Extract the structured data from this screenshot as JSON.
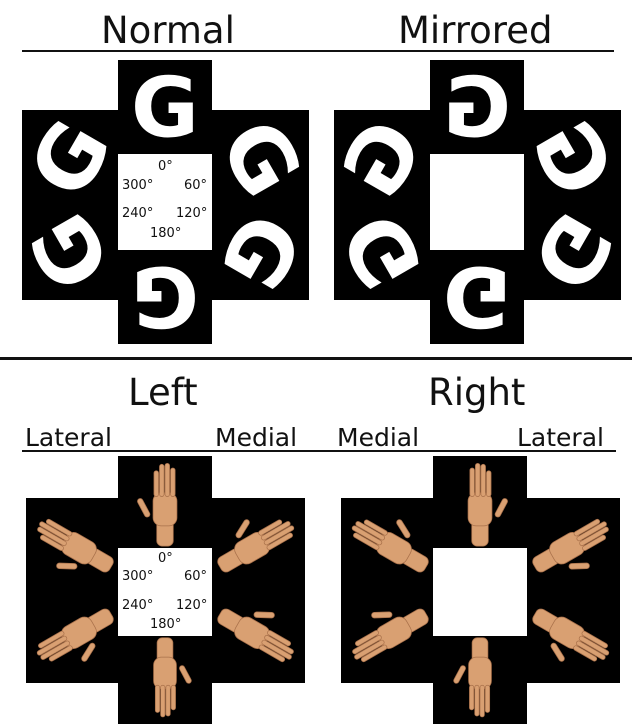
{
  "top_section": {
    "normal_label": "Normal",
    "mirrored_label": "Mirrored",
    "glyph": "G"
  },
  "bottom_section": {
    "left_label": "Left",
    "right_label": "Right",
    "left_lateral": "Lateral",
    "left_medial": "Medial",
    "right_medial": "Medial",
    "right_lateral": "Lateral"
  },
  "angle_key": {
    "deg0": "0°",
    "deg300": "300°",
    "deg60": "60°",
    "deg240": "240°",
    "deg120": "120°",
    "deg180": "180°"
  },
  "colors": {
    "tile": "#000000",
    "glyph": "#ffffff",
    "skin": "#d9a072",
    "skin_shadow": "#a8704a"
  }
}
